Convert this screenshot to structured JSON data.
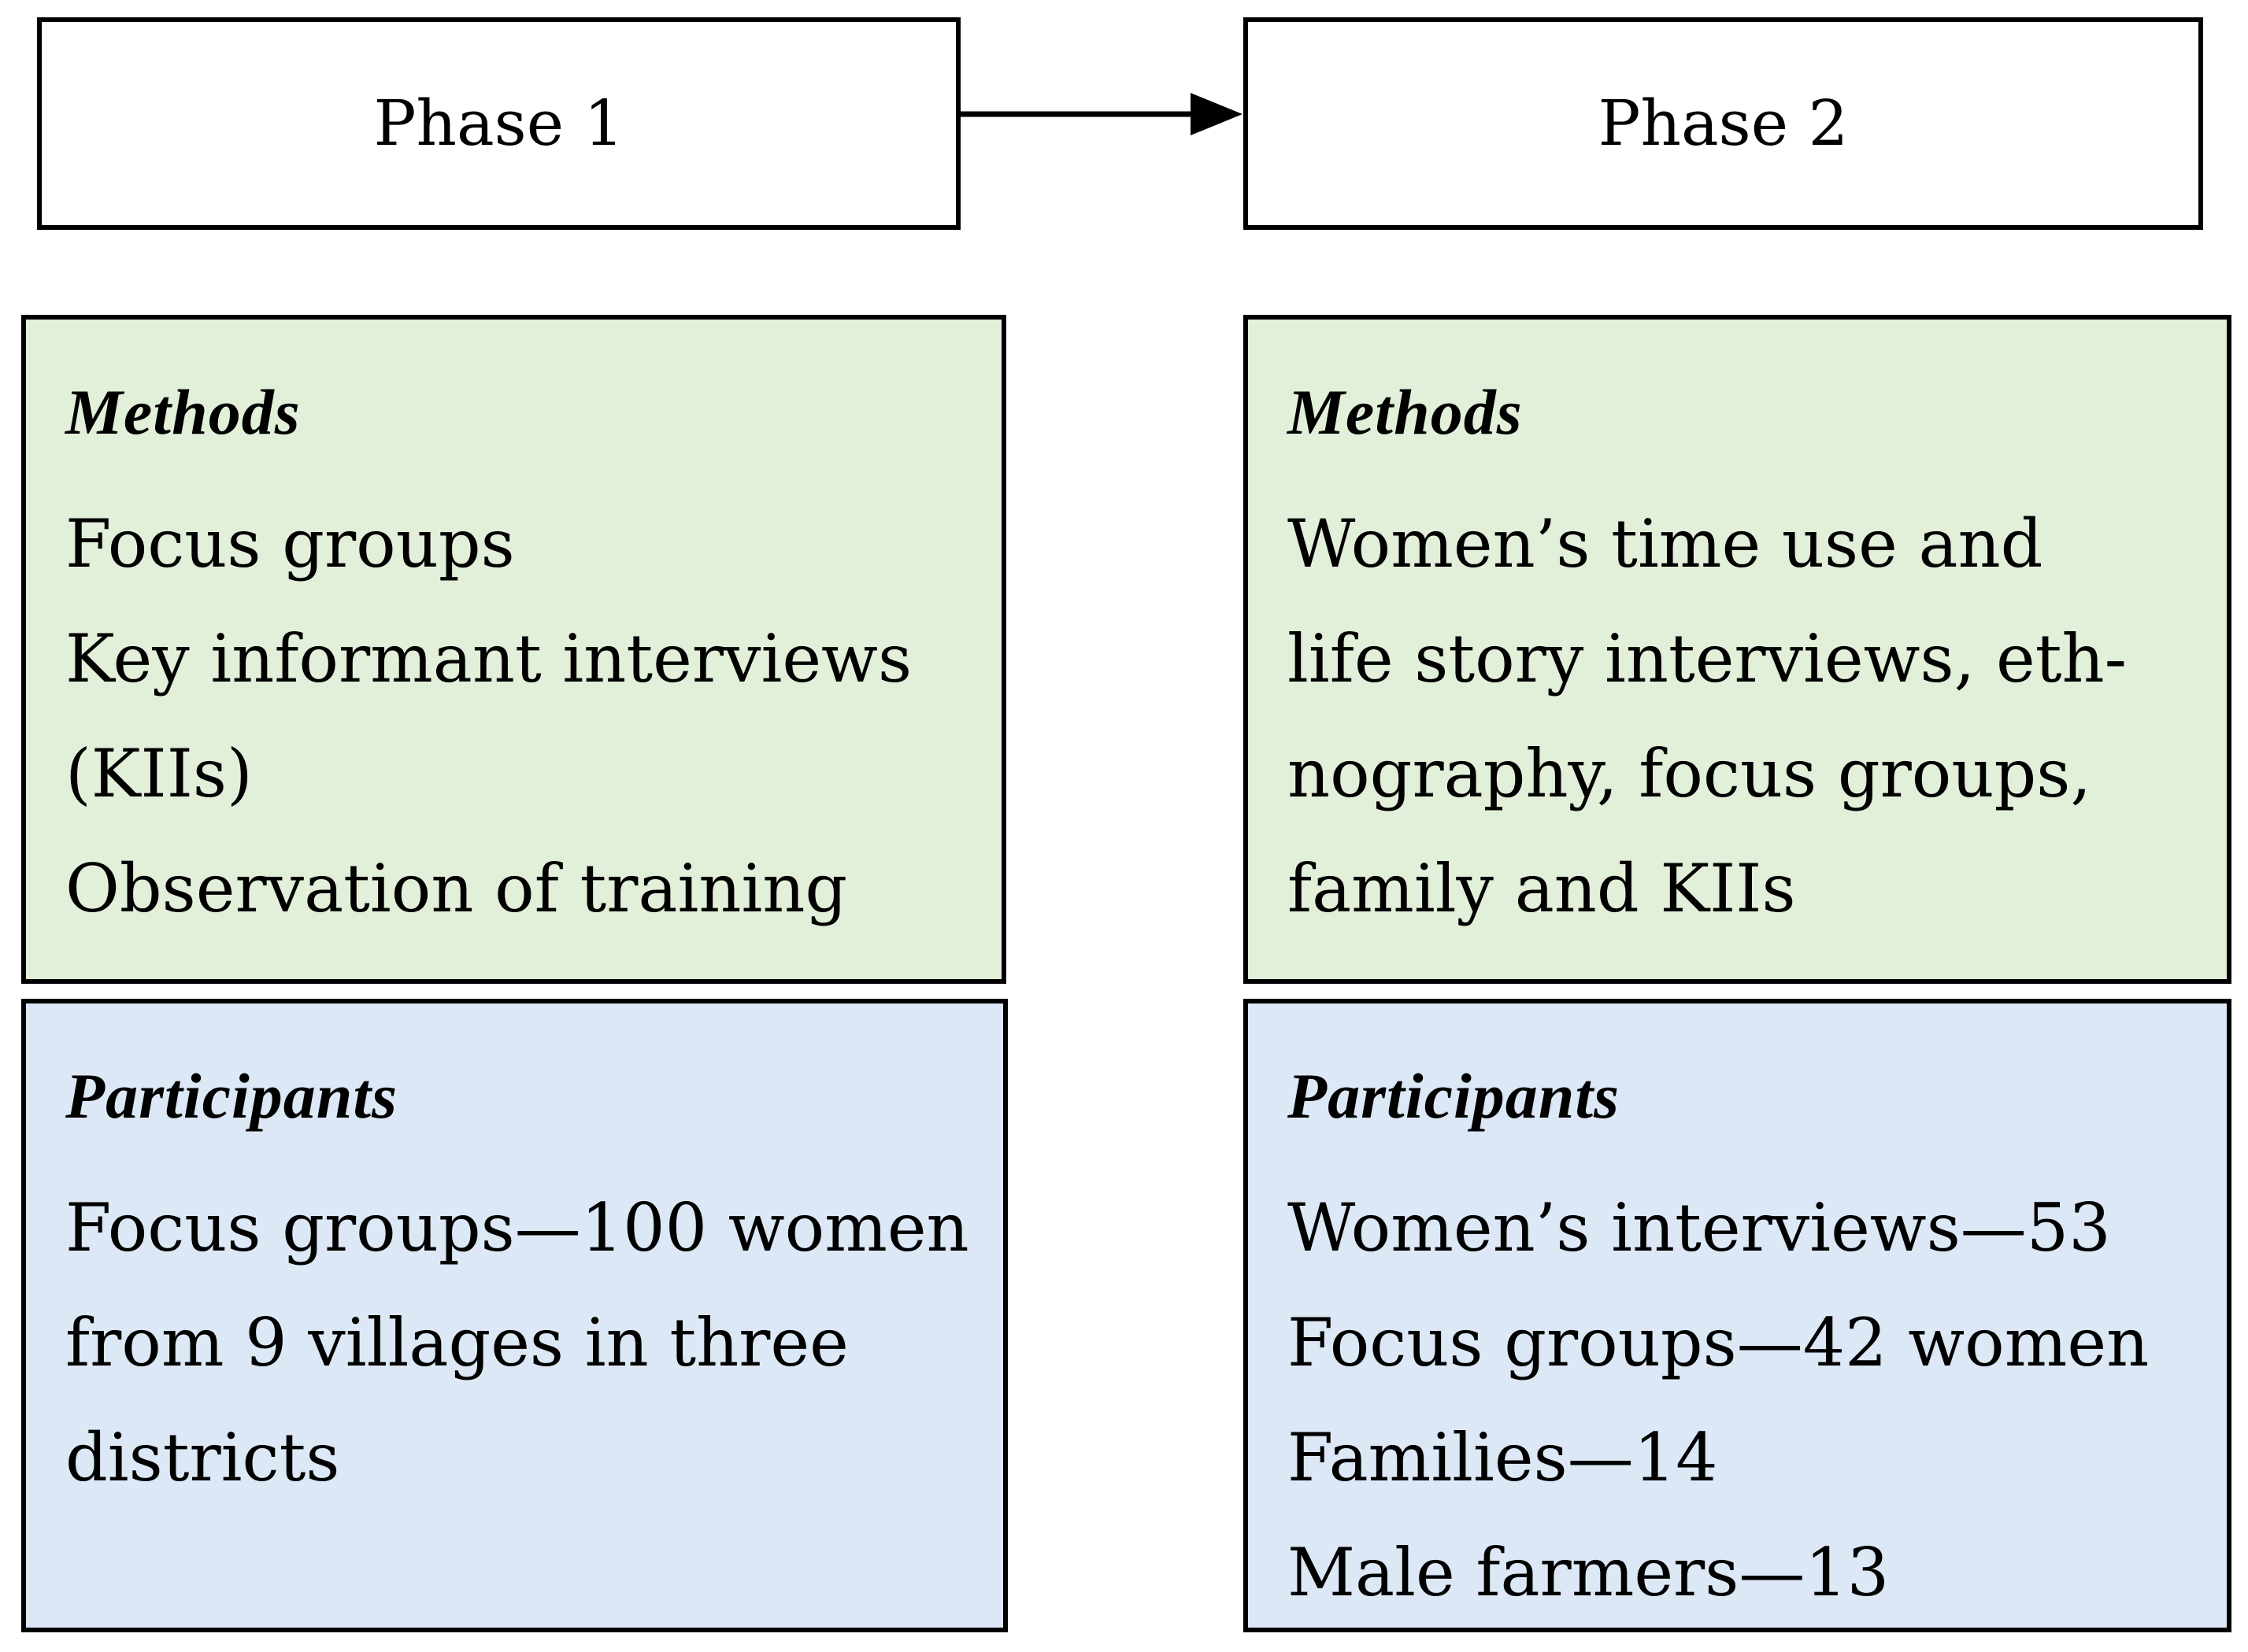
{
  "phases": [
    {
      "title": "Phase 1",
      "methods": {
        "heading": "Methods",
        "lines": [
          "Focus groups",
          "Key informant interviews",
          "(KIIs)",
          "Observation of training"
        ]
      },
      "participants": {
        "heading": "Participants",
        "lines": [
          "Focus groups—100 women",
          "from 9 villages in three",
          "districts"
        ]
      }
    },
    {
      "title": "Phase 2",
      "methods": {
        "heading": "Methods",
        "lines": [
          "Women’s time use and",
          "life story interviews, eth-",
          "nography, focus groups,",
          "family and KIIs"
        ]
      },
      "participants": {
        "heading": "Participants",
        "lines": [
          "Women’s interviews—53",
          "Focus groups—42 women",
          "Families—14",
          "Male farmers—13"
        ]
      }
    }
  ],
  "colors": {
    "methods_fill": "#e2efd9",
    "participants_fill": "#dce8f5",
    "border": "#000000"
  }
}
